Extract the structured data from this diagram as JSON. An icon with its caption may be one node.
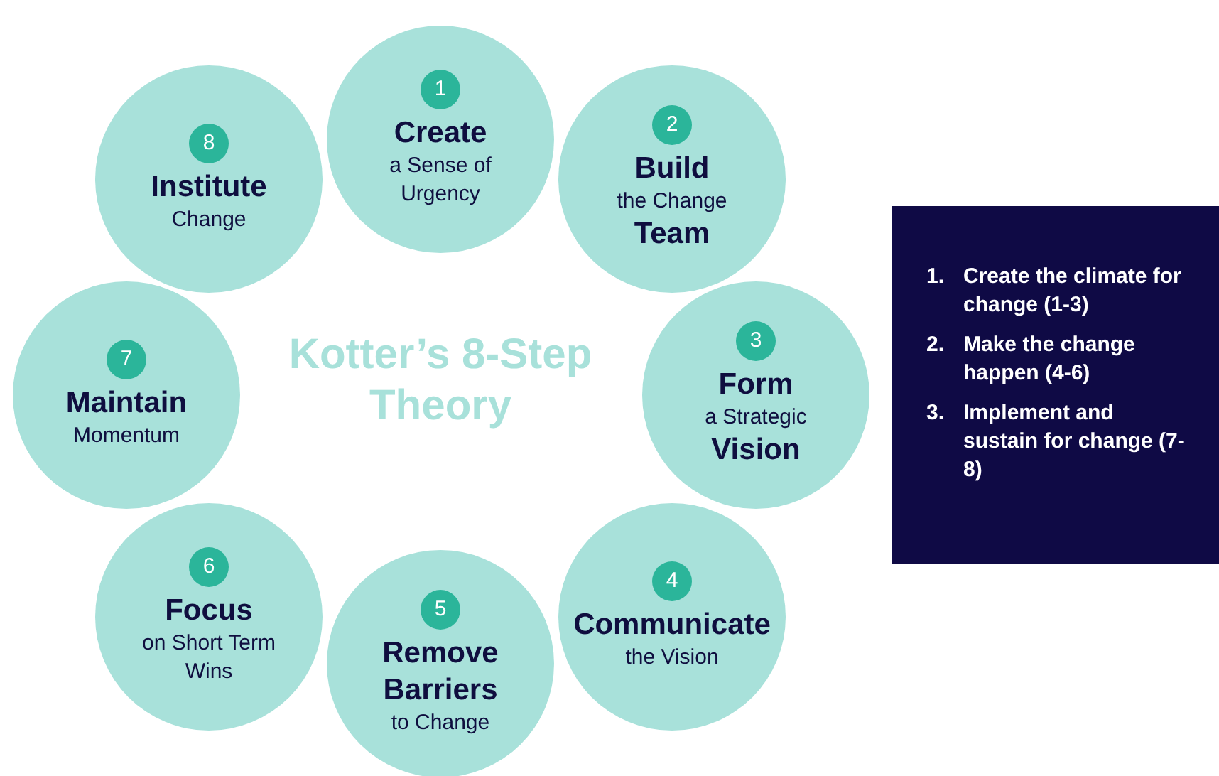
{
  "diagram": {
    "title": "Kotter’s 8-Step Theory",
    "nodes": [
      {
        "text": [
          "Create",
          "a Sense of Urgency"
        ]
      },
      {
        "text": [
          "1"
        ],
        "in": 0
      },
      {
        "text": [
          "Build",
          "the Change",
          "Team"
        ]
      },
      {
        "text": [
          "2"
        ],
        "in": 2
      },
      {
        "text": [
          "Form",
          "a Strategic",
          "Vision"
        ]
      },
      {
        "text": [
          "3"
        ],
        "in": 4
      },
      {
        "text": [
          "Communicate",
          "the Vision"
        ]
      },
      {
        "text": [
          "4"
        ],
        "in": 6
      },
      {
        "text": [
          "Remove Barriers",
          "to Change"
        ]
      },
      {
        "text": [
          "5"
        ],
        "in": 8
      },
      {
        "text": [
          "Focus",
          "on Short Term Wins"
        ]
      },
      {
        "text": [
          "6"
        ],
        "in": 10
      },
      {
        "text": [
          "Maintain",
          "Momentum"
        ]
      },
      {
        "text": [
          "7"
        ],
        "in": 12
      },
      {
        "text": [
          "Institute",
          "Change"
        ]
      },
      {
        "text": [
          "8"
        ],
        "in": 14
      },
      {
        "text": [
          "1.",
          "Create the climate for change (1-3)",
          "2.",
          "Make the change happen (4-6)",
          "3.",
          "Implement and sustain for change (7-8)"
        ]
      }
    ]
  }
}
